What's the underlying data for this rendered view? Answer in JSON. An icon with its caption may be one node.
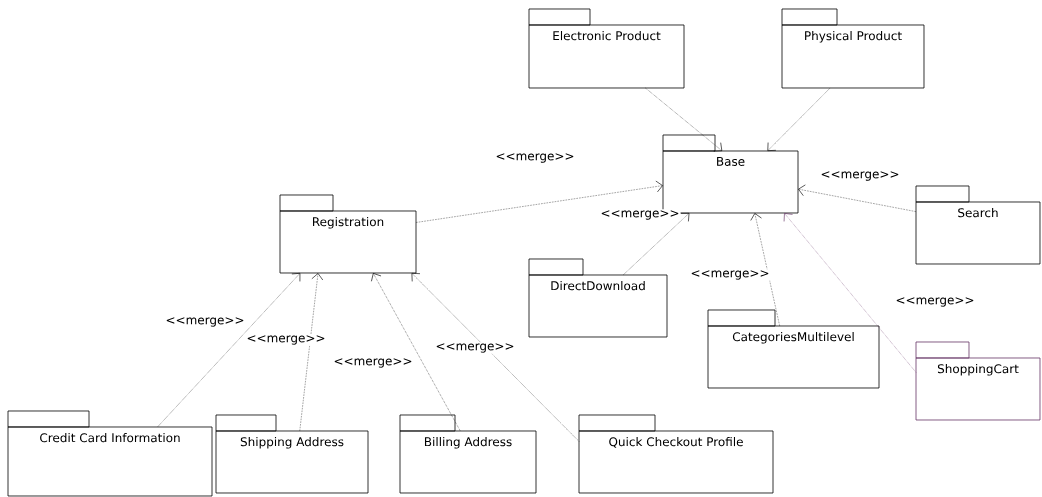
{
  "diagram": {
    "nodes": [
      {
        "text": [
          "Electronic Product"
        ]
      },
      {
        "text": [
          "Physical Product"
        ]
      },
      {
        "text": [
          "Base"
        ]
      },
      {
        "text": [
          "Registration"
        ]
      },
      {
        "text": [
          "Search"
        ]
      },
      {
        "text": [
          "DirectDownload"
        ]
      },
      {
        "text": [
          "CategoriesMultilevel"
        ]
      },
      {
        "text": [
          "ShoppingCart"
        ]
      },
      {
        "text": [
          "Credit Card Information"
        ]
      },
      {
        "text": [
          "Shipping Address"
        ]
      },
      {
        "text": [
          "Billing Address"
        ]
      },
      {
        "text": [
          "Quick Checkout Profile"
        ]
      }
    ],
    "edges": [
      {
        "from": 0,
        "to": 2,
        "arrow": "to"
      },
      {
        "from": 1,
        "to": 2,
        "arrow": "to"
      },
      {
        "from": 3,
        "to": 2,
        "arrow": "to",
        "label": "<<merge>>"
      },
      {
        "from": 4,
        "to": 2,
        "arrow": "to",
        "label": "<<merge>>"
      },
      {
        "from": 5,
        "to": 2,
        "arrow": "to",
        "label": "<<merge>>"
      },
      {
        "from": 6,
        "to": 2,
        "arrow": "to",
        "label": "<<merge>>"
      },
      {
        "from": 7,
        "to": 2,
        "arrow": "to",
        "label": "<<merge>>",
        "color": "#663366"
      },
      {
        "from": 8,
        "to": 3,
        "arrow": "to",
        "label": "<<merge>>"
      },
      {
        "from": 9,
        "to": 3,
        "arrow": "to",
        "label": "<<merge>>"
      },
      {
        "from": 10,
        "to": 3,
        "arrow": "to",
        "label": "<<merge>>"
      },
      {
        "from": 11,
        "to": 3,
        "arrow": "to",
        "label": "<<merge>>"
      }
    ]
  }
}
